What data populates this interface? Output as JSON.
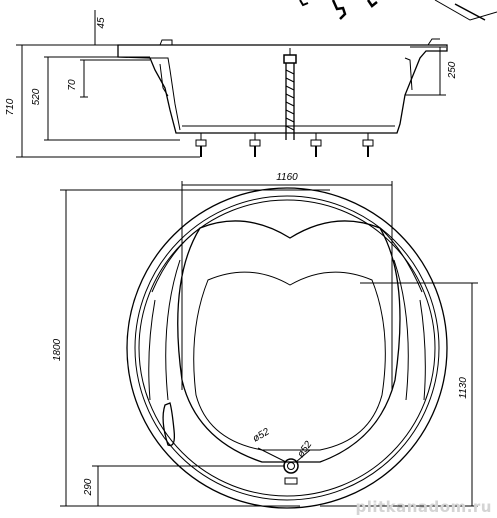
{
  "side_view": {
    "dim_height_total": "710",
    "dim_height_body": "520",
    "dim_rim": "45",
    "dim_seat": "70",
    "dim_side": "250"
  },
  "plan_view": {
    "dim_width": "1160",
    "dim_diameter": "1800",
    "dim_inner_depth": "1130",
    "dim_drain_offset": "290",
    "dim_drain_left": "ø52",
    "dim_drain_right": "ø52"
  },
  "watermark": "plitkanadom.ru"
}
